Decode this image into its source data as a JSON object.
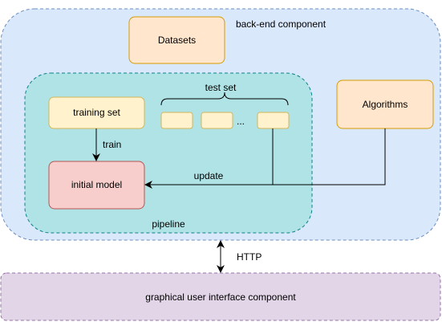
{
  "diagram": {
    "backend": {
      "label": "back-end component"
    },
    "datasets": {
      "label": "Datasets"
    },
    "algorithms": {
      "label": "Algorithms"
    },
    "pipeline": {
      "label": "pipeline",
      "training_set": "training set",
      "test_set": "test set",
      "test_ellipsis": "...",
      "initial_model": "initial model",
      "train_label": "train",
      "update_label": "update"
    },
    "http": {
      "label": "HTTP"
    },
    "gui": {
      "label": "graphical user interface component"
    }
  },
  "colors": {
    "backend_fill": "#dae8fc",
    "backend_stroke": "#6c8ebf",
    "orange_fill": "#ffe6cc",
    "orange_stroke": "#d79b00",
    "pipeline_fill": "#b0e3e6",
    "pipeline_stroke": "#0e8088",
    "yellow_fill": "#fff2cc",
    "yellow_stroke": "#d6b656",
    "red_fill": "#f8cecc",
    "red_stroke": "#b85450",
    "gui_fill": "#e1d5e7",
    "gui_stroke": "#9673a6"
  }
}
